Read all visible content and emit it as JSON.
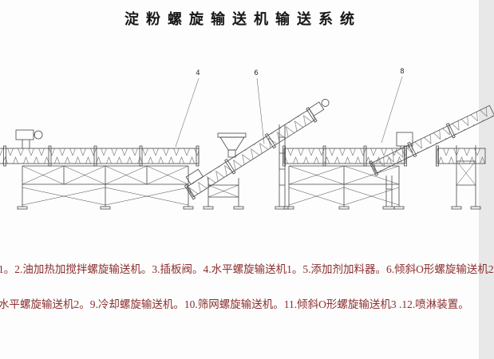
{
  "page": {
    "title": "淀粉螺旋输送机输送系统"
  },
  "colors": {
    "ink": "#151515",
    "caption": "#8b2e2e",
    "line": "#474747"
  },
  "drawing": {
    "description": "starch screw conveyor system line drawing",
    "callouts": [
      {
        "label": "4"
      },
      {
        "label": "6"
      },
      {
        "label": "8"
      }
    ]
  },
  "caption": {
    "line1": "1。2.油加热加搅拌螺旋输送机。3.插板阀。4.水平螺旋输送机1。5.添加剂加料器。6.倾斜O形螺旋输送机2",
    "line2": "水平螺旋输送机2。9.冷却螺旋输送机。10.筛网螺旋输送机。11.倾斜O形螺旋输送机3 .12.喷淋装置。"
  }
}
